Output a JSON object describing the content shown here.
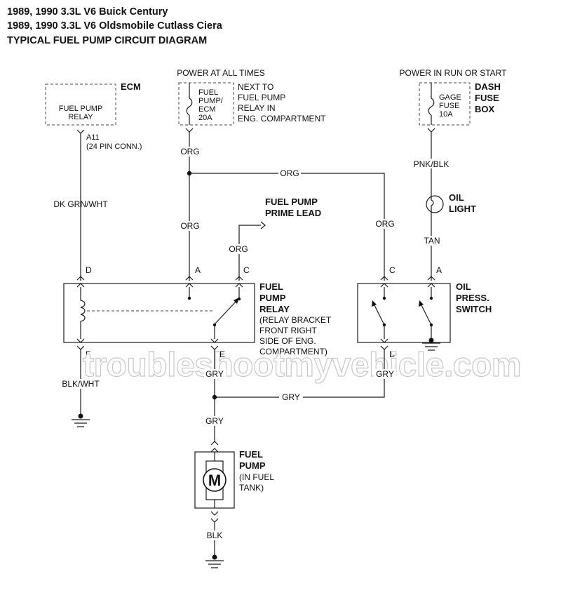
{
  "header": {
    "line1": "1989, 1990 3.3L V6 Buick Century",
    "line2": "1989, 1990 3.3L V6 Oldsmobile Cutlass Ciera",
    "line3": "TYPICAL FUEL PUMP CIRCUIT DIAGRAM"
  },
  "power": {
    "always": "POWER AT ALL TIMES",
    "run_start": "POWER IN RUN OR START"
  },
  "ecm": {
    "title": "ECM",
    "inner": [
      "FUEL PUMP",
      "RELAY"
    ],
    "pin": "A11",
    "conn": "(24 PIN CONN.)"
  },
  "fuse1": {
    "label": [
      "FUEL",
      "PUMP/",
      "ECM",
      "20A"
    ],
    "location": [
      "NEXT TO",
      "FUEL PUMP",
      "RELAY IN",
      "ENG. COMPARTMENT"
    ]
  },
  "fuse2": {
    "label": [
      "GAGE",
      "FUSE",
      "10A"
    ],
    "box": [
      "DASH",
      "FUSE",
      "BOX"
    ]
  },
  "prime_lead": [
    "FUEL PUMP",
    "PRIME LEAD"
  ],
  "relay": {
    "title": [
      "FUEL",
      "PUMP",
      "RELAY"
    ],
    "location": [
      "(RELAY BRACKET",
      "FRONT RIGHT",
      "SIDE OF ENG.",
      "COMPARTMENT)"
    ],
    "pins": {
      "d": "D",
      "a": "A",
      "c": "C",
      "f": "F",
      "e": "E"
    }
  },
  "oil_light": [
    "OIL",
    "LIGHT"
  ],
  "oil_switch": {
    "title": [
      "OIL",
      "PRESS.",
      "SWITCH"
    ],
    "pins": {
      "c": "C",
      "a": "A",
      "d": "D"
    }
  },
  "fuel_pump": {
    "title": [
      "FUEL",
      "PUMP"
    ],
    "location": [
      "(IN FUEL",
      "TANK)"
    ],
    "motor": "M"
  },
  "wires": {
    "dk_grn_wht": "DK GRN/WHT",
    "org_top": "ORG",
    "org_mid": "ORG",
    "org_left": "ORG",
    "org_prime": "ORG",
    "org_right": "ORG",
    "pnk_blk": "PNK/BLK",
    "tan": "TAN",
    "blk_wht": "BLK/WHT",
    "gry_relay": "GRY",
    "gry_switch": "GRY",
    "gry_mid": "GRY",
    "gry_pump": "GRY",
    "blk": "BLK"
  },
  "watermark": "troubleshootmyvehicle.com"
}
